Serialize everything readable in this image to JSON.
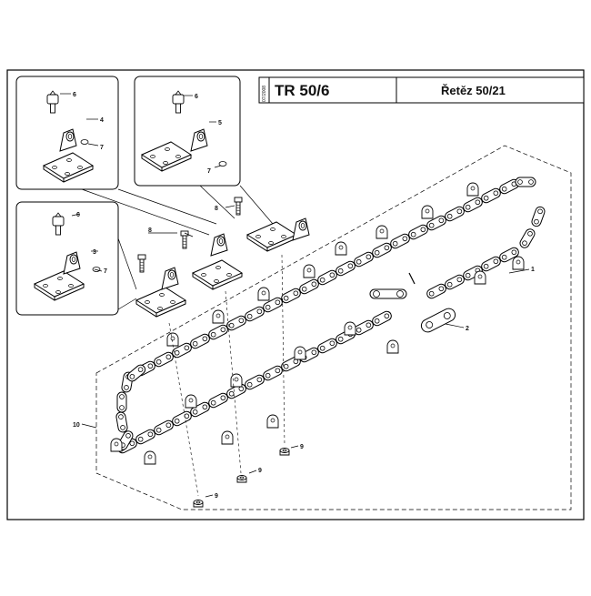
{
  "title_block": {
    "model": "TR 50/6",
    "description": "Řetěz 50/21",
    "date": "07/2008"
  },
  "callouts": {
    "c1": "1",
    "c2": "2",
    "c3": "3",
    "c4": "4",
    "c5": "5",
    "c6a": "6",
    "c6b": "6",
    "c6c": "6",
    "c7a": "7",
    "c7b": "7",
    "c7c": "7",
    "c8a": "8",
    "c8b": "8",
    "c9a": "9",
    "c9b": "9",
    "c9c": "9",
    "c10": "10"
  }
}
